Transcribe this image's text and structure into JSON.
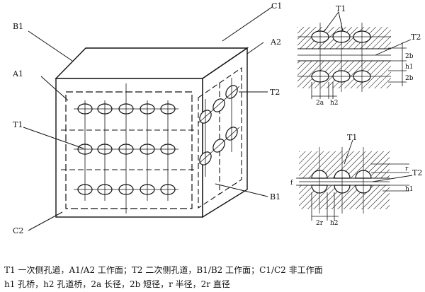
{
  "diagram": {
    "cube_labels": {
      "b1_top": "B1",
      "c1": "C1",
      "a2": "A2",
      "a1": "A1",
      "t2": "T2",
      "t1": "T1",
      "b1_right": "B1",
      "c2": "C2"
    },
    "detail_top": {
      "t1": "T1",
      "t2": "T2",
      "dim_2b_top": "2b",
      "dim_h1": "h1",
      "dim_2b_bottom": "2b",
      "dim_2a": "2a",
      "dim_h2": "h2"
    },
    "detail_bottom": {
      "t1": "T1",
      "r": "r",
      "t2": "T2",
      "f": "f",
      "h1": "h1",
      "dim_2r": "2r",
      "dim_h2": "h2"
    }
  },
  "caption": {
    "line1": "T1 一次侧孔道，A1/A2 工作面；T2 二次侧孔道，B1/B2 工作面；C1/C2 非工作面",
    "line2": "h1 孔桥，h2 孔道桥，2a 长径，2b 短径，r 半径，2r 直径"
  }
}
